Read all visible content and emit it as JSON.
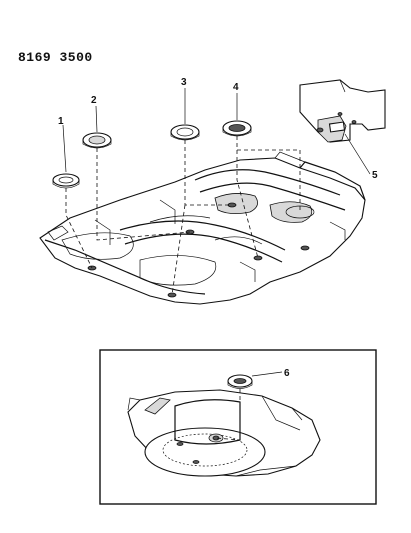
{
  "diagram": {
    "code": "8169 3500",
    "callouts": [
      "1",
      "2",
      "3",
      "4",
      "5",
      "6"
    ]
  }
}
